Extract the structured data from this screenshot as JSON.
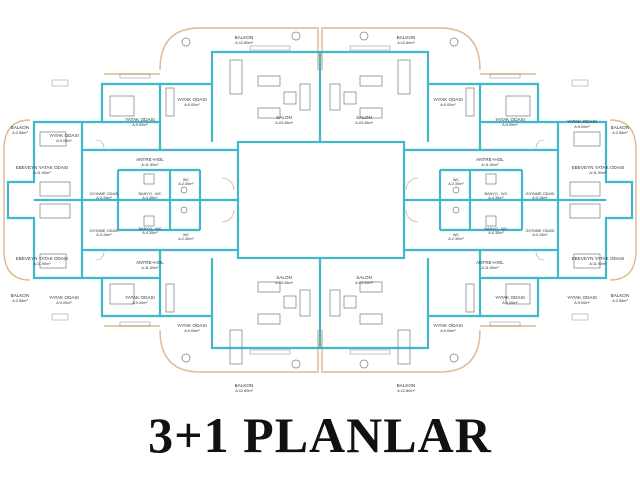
{
  "title": "3+1 PLANLAR",
  "palette": {
    "wall": "#3fb8c9",
    "line": "#555555",
    "furniture": "#7a7a7a",
    "balcony_arc": "#e0b78a",
    "door": "#c7a34a"
  },
  "rooms": {
    "balkon": "BALKON",
    "balkon_area_top": "A:12.80m²",
    "balkon_area_side": "A:2.55m²",
    "yatak": "YATAK ODASI",
    "yatak_area": "A:9.00m²",
    "salon": "SALON",
    "salon_area": "A:23.45m²",
    "antre": "ANTRE+HOL",
    "antre_area": "A:11.50m²",
    "ebeveyn": "EBEVEYN YATAK ODASI",
    "ebeveyn_area": "A:11.90m²",
    "giyinme": "GİYİNME ODASI",
    "giyinme_area": "A:3.15m²",
    "banyo": "BANYO - WC",
    "banyo_area": "A:4.35m²",
    "wc": "WC",
    "wc_area": "A:2.30m²"
  }
}
